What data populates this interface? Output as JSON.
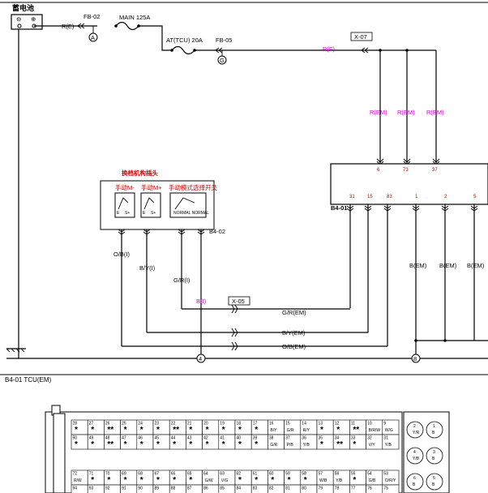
{
  "battery": {
    "label": "蓄电池",
    "minus": "⊖",
    "plus": "⊕"
  },
  "fuses": {
    "fb02": "FB-02",
    "main": "MAIN 125A",
    "atcu": "AT(TCU) 20A",
    "fb05": "FB-05",
    "node_a": "A",
    "node_g": "G"
  },
  "wires": {
    "r_e": "R(E)",
    "r_f": "R(F)",
    "rem1": "R(EM)",
    "rem2": "R(EM)",
    "rem3": "R(EM)",
    "ob_i": "O/B(I)",
    "by_i": "B/Y(I)",
    "gr_i": "G/R(I)",
    "b_i": "B(I)",
    "gr_em": "G/R(EM)",
    "by_em": "B/Y(EM)",
    "ob_em": "O/B(EM)",
    "bem1": "B(EM)",
    "bem2": "B(EM)",
    "bem3": "B(EM)"
  },
  "connectors": {
    "x07": "X-07",
    "x05": "X-05",
    "b402": "B4-02",
    "b401": "B4-01"
  },
  "pins_top": [
    "6",
    "73",
    "37"
  ],
  "pins_left": [
    "31",
    "15",
    "83"
  ],
  "pins_right": [
    "1",
    "2",
    "5"
  ],
  "switch": {
    "title": "换档机构插头",
    "minus": "手动M-",
    "plus": "手动M+",
    "mode": "手动模式选择开关",
    "small_label": "NORMAL NORMAL",
    "tag_e": "E",
    "tag_s": "S+"
  },
  "grounds": {
    "g4": "4",
    "g8": "8"
  },
  "bottom_caption": "B4-01 TCU(EM)",
  "connector_face": {
    "row1": [
      {
        "n": "28",
        "c": "*"
      },
      {
        "n": "27",
        "c": "*"
      },
      {
        "n": "26",
        "c": "**"
      },
      {
        "n": "25",
        "c": "*"
      },
      {
        "n": "24",
        "c": "*"
      },
      {
        "n": "23",
        "c": "*"
      },
      {
        "n": "22",
        "c": "**"
      },
      {
        "n": "21",
        "c": "*"
      },
      {
        "n": "20",
        "c": "*"
      },
      {
        "n": "19",
        "c": "*"
      },
      {
        "n": "18",
        "c": "*"
      },
      {
        "n": "17",
        "c": "*"
      },
      {
        "n": "16",
        "c": "B/Y"
      },
      {
        "n": "15",
        "c": "G/R"
      },
      {
        "n": "14",
        "c": "R/Y"
      },
      {
        "n": "13",
        "c": "*"
      },
      {
        "n": "12",
        "c": "*"
      },
      {
        "n": "11",
        "c": "**"
      },
      {
        "n": "10",
        "c": "B/R/W"
      },
      {
        "n": "9",
        "c": "W/G"
      }
    ],
    "row2": [
      {
        "n": "50",
        "c": "*"
      },
      {
        "n": "49",
        "c": "*"
      },
      {
        "n": "48",
        "c": "**"
      },
      {
        "n": "47",
        "c": "*"
      },
      {
        "n": "46",
        "c": "*"
      },
      {
        "n": "45",
        "c": "*"
      },
      {
        "n": "44",
        "c": "*"
      },
      {
        "n": "43",
        "c": "*"
      },
      {
        "n": "42",
        "c": "*"
      },
      {
        "n": "41",
        "c": "*"
      },
      {
        "n": "40",
        "c": "*"
      },
      {
        "n": "39",
        "c": "*"
      },
      {
        "n": "38",
        "c": "G/R"
      },
      {
        "n": "37",
        "c": "P/B"
      },
      {
        "n": "36",
        "c": "Y/B"
      },
      {
        "n": "35",
        "c": "*"
      },
      {
        "n": "34",
        "c": "**"
      },
      {
        "n": "33",
        "c": "*"
      },
      {
        "n": "32",
        "c": "V/Y"
      },
      {
        "n": "31",
        "c": "Y/B"
      }
    ],
    "row3": [
      {
        "n": "72",
        "c": "R/W"
      },
      {
        "n": "71",
        "c": "*"
      },
      {
        "n": "70",
        "c": "*"
      },
      {
        "n": "69",
        "c": "*"
      },
      {
        "n": "68",
        "c": "*"
      },
      {
        "n": "67",
        "c": "*"
      },
      {
        "n": "66",
        "c": "*"
      },
      {
        "n": "65",
        "c": "*"
      },
      {
        "n": "64",
        "c": "G/W"
      },
      {
        "n": "63",
        "c": "V/G"
      },
      {
        "n": "62",
        "c": "*"
      },
      {
        "n": "61",
        "c": "*"
      },
      {
        "n": "60",
        "c": "*"
      },
      {
        "n": "59",
        "c": "*"
      },
      {
        "n": "58",
        "c": "*"
      },
      {
        "n": "57",
        "c": "W/B"
      },
      {
        "n": "56",
        "c": "Y/B"
      },
      {
        "n": "55",
        "c": "*"
      },
      {
        "n": "54",
        "c": "G/B"
      },
      {
        "n": "53",
        "c": "O/R/Y"
      }
    ],
    "row4": [
      "94",
      "93",
      "92",
      "91",
      "90",
      "89",
      "88",
      "87",
      "86",
      "85",
      "84",
      "83",
      "82",
      "81",
      "80",
      "79",
      "78",
      "77",
      "76",
      "75"
    ],
    "round": [
      {
        "n": "2",
        "c": "Y/R"
      },
      {
        "n": "1",
        "c": "B"
      },
      {
        "n": "4",
        "c": "Y/B"
      },
      {
        "n": "3",
        "c": "B"
      },
      {
        "n": "6",
        "c": "B"
      },
      {
        "n": "5",
        "c": "B"
      }
    ]
  }
}
